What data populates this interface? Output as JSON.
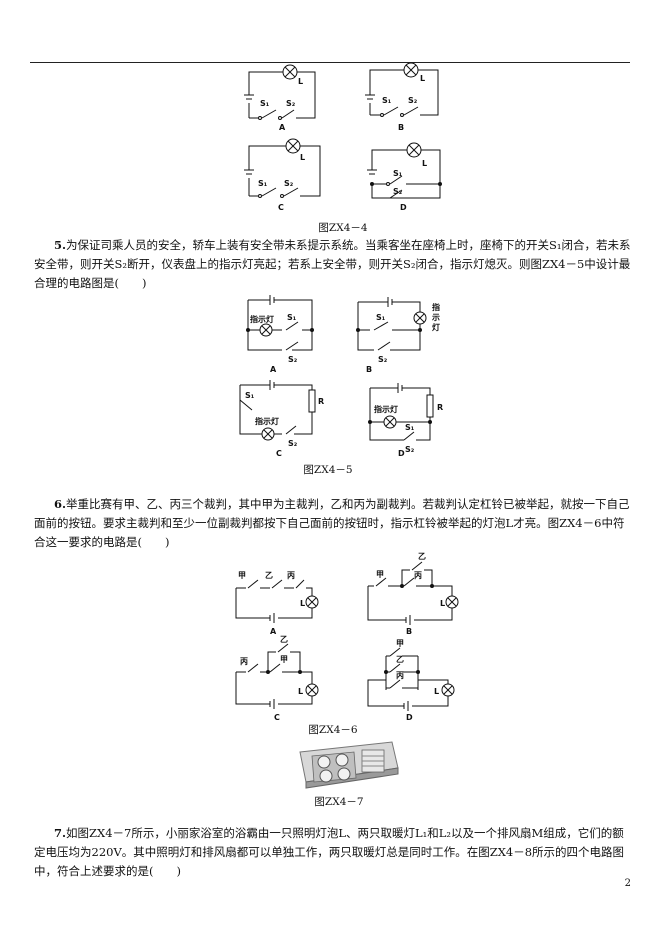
{
  "figures": {
    "zx44": {
      "caption": "图ZX4－4",
      "labels": [
        "A",
        "B",
        "C",
        "D"
      ],
      "lamp": "L",
      "s1": "S₁",
      "s2": "S₂"
    },
    "zx45": {
      "caption": "图ZX4－5",
      "labels": [
        "A",
        "B",
        "C",
        "D"
      ],
      "indicator": "指示灯",
      "indicator_vertical": [
        "指",
        "示",
        "灯"
      ],
      "resistor": "R",
      "s1": "S₁",
      "s2": "S₂"
    },
    "zx46": {
      "caption": "图ZX4－6",
      "labels": [
        "A",
        "B",
        "C",
        "D"
      ],
      "jia": "甲",
      "yi": "乙",
      "bing": "丙",
      "lamp": "L"
    },
    "zx47": {
      "caption": "图ZX4－7"
    }
  },
  "questions": {
    "q5": {
      "number": "5.",
      "text": "为保证司乘人员的安全，轿车上装有安全带未系提示系统。当乘客坐在座椅上时，座椅下的开关S₁闭合，若未系安全带，则开关S₂断开，仪表盘上的指示灯亮起；若系上安全带，则开关S₂闭合，指示灯熄灭。则图ZX4－5中设计最合理的电路图是(　　)"
    },
    "q6": {
      "number": "6.",
      "text": "举重比赛有甲、乙、丙三个裁判，其中甲为主裁判，乙和丙为副裁判。若裁判认定杠铃已被举起，就按一下自己面前的按钮。要求主裁判和至少一位副裁判都按下自己面前的按钮时，指示杠铃被举起的灯泡L才亮。图ZX4－6中符合这一要求的电路是(　　)"
    },
    "q7": {
      "number": "7.",
      "text": "如图ZX4－7所示，小丽家浴室的浴霸由一只照明灯泡L、两只取暖灯L₁和L₂以及一个排风扇M组成，它们的额定电压均为220V。其中照明灯和排风扇都可以单独工作，两只取暖灯总是同时工作。在图ZX4－8所示的四个电路图中，符合上述要求的是(　　)"
    }
  },
  "page_number": "2"
}
